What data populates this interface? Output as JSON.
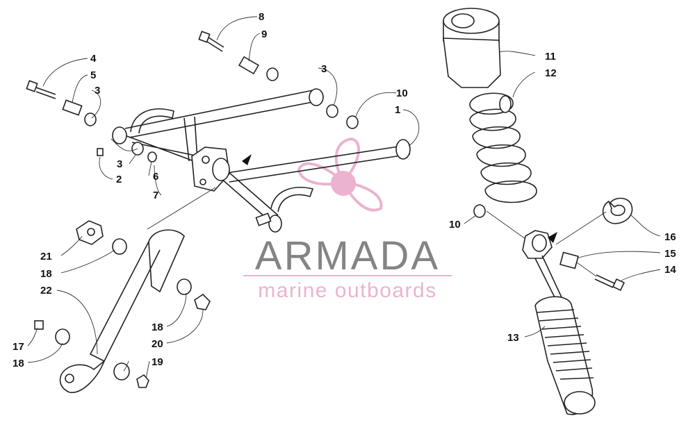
{
  "labels": {
    "l8": "8",
    "l9": "9",
    "l3a": "3",
    "l4": "4",
    "l5": "5",
    "l3b": "3",
    "l10a": "10",
    "l1": "1",
    "l3c": "3",
    "l2": "2",
    "l6": "6",
    "l7": "7",
    "l11": "11",
    "l12": "12",
    "l10b": "10",
    "l16": "16",
    "l15": "15",
    "l14": "14",
    "l13": "13",
    "l21": "21",
    "l18a": "18",
    "l22": "22",
    "l18b": "18",
    "l20": "20",
    "l17": "17",
    "l18c": "18",
    "l19": "19"
  },
  "watermark": {
    "title": "ARMADA",
    "subtitle": "marine outboards"
  },
  "colors": {
    "line": "#222222",
    "watermark_pink": "#e8a6c8",
    "watermark_gray": "#6f6f6f"
  }
}
